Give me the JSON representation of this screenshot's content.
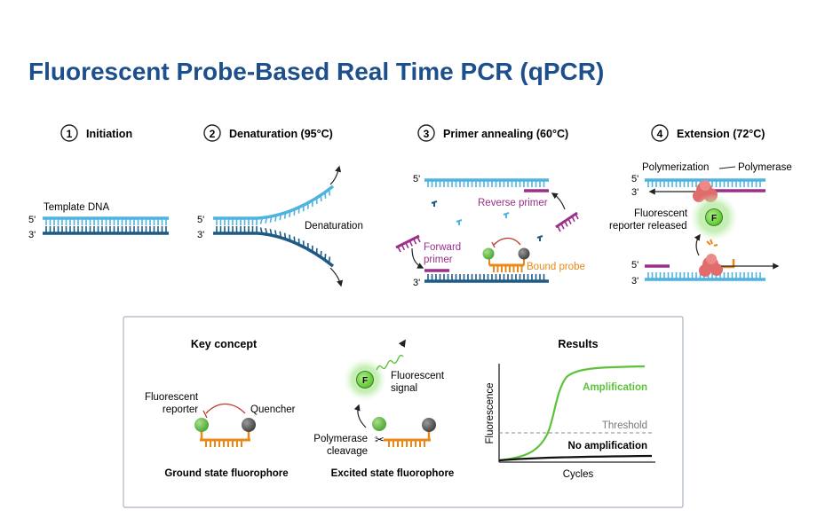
{
  "title": "Fluorescent Probe-Based Real Time PCR (qPCR)",
  "colors": {
    "title": "#1d4f8c",
    "strand_top": "#4fb3e0",
    "strand_bottom": "#1d5a85",
    "primer": "#9b2f8a",
    "probe": "#e8891a",
    "reporter": "#6cc04a",
    "quencher": "#666666",
    "amplification": "#5cc23a",
    "inhibit": "#c0392b"
  },
  "steps": [
    {
      "number": "1",
      "label": "Initiation"
    },
    {
      "number": "2",
      "label": "Denaturation (95°C)"
    },
    {
      "number": "3",
      "label": "Primer annealing (60°C)"
    },
    {
      "number": "4",
      "label": "Extension (72°C)"
    }
  ],
  "ends": {
    "five": "5'",
    "three": "3'"
  },
  "step1": {
    "template_label": "Template DNA"
  },
  "step2": {
    "denaturation_label": "Denaturation"
  },
  "step3": {
    "reverse_primer": "Reverse primer",
    "forward_primer_line1": "Forward",
    "forward_primer_line2": "primer",
    "bound_probe": "Bound probe"
  },
  "step4": {
    "polymerization": "Polymerization",
    "polymerase": "Polymerase",
    "reporter_line1": "Fluorescent",
    "reporter_line2": "reporter released",
    "f_letter": "F"
  },
  "key_concept": {
    "heading": "Key concept",
    "reporter_line1": "Fluorescent",
    "reporter_line2": "reporter",
    "quencher": "Quencher",
    "ground_caption": "Ground state fluorophore",
    "signal_line1": "Fluorescent",
    "signal_line2": "signal",
    "cleavage_line1": "Polymerase",
    "cleavage_line2": "cleavage",
    "excited_caption": "Excited state fluorophore",
    "f_letter": "F"
  },
  "results": {
    "heading": "Results",
    "ylabel": "Fluorescence",
    "xlabel": "Cycles",
    "amplification": "Amplification",
    "threshold": "Threshold",
    "no_amplification": "No amplification"
  }
}
